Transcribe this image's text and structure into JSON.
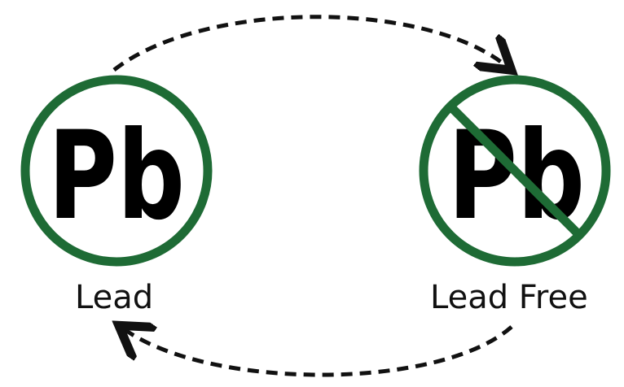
{
  "diagram": {
    "nodes": [
      {
        "id": "lead",
        "symbol": "Pb",
        "label": "Lead",
        "crossed_out": false
      },
      {
        "id": "lead-free",
        "symbol": "Pb",
        "label": "Lead Free",
        "crossed_out": true
      }
    ],
    "edges": [
      {
        "from": "lead",
        "to": "lead-free",
        "style": "dashed",
        "direction": "top"
      },
      {
        "from": "lead-free",
        "to": "lead",
        "style": "dashed",
        "direction": "bottom"
      }
    ]
  },
  "colors": {
    "ring": "#1e6b35",
    "text": "#000000",
    "arrow": "#111111"
  }
}
